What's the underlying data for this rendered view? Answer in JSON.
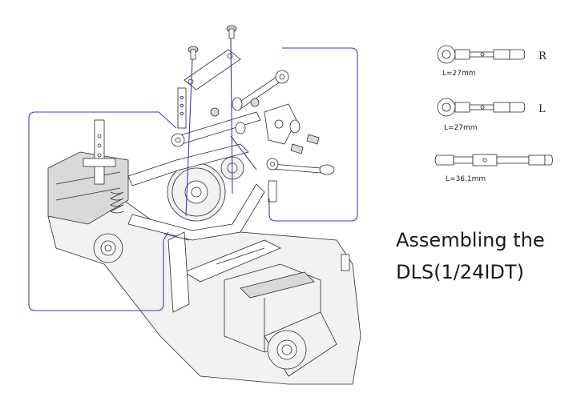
{
  "heading": {
    "line1": "Assembling the",
    "line2": "DLS(1/24IDT)"
  },
  "links": [
    {
      "side": "R",
      "length": "L=27mm"
    },
    {
      "side": "L",
      "length": "L=27mm"
    },
    {
      "side": "",
      "length": "L=36.1mm"
    }
  ],
  "colors": {
    "callout_line": "#3b3fb5",
    "drawing_line": "#2a2a2a"
  }
}
